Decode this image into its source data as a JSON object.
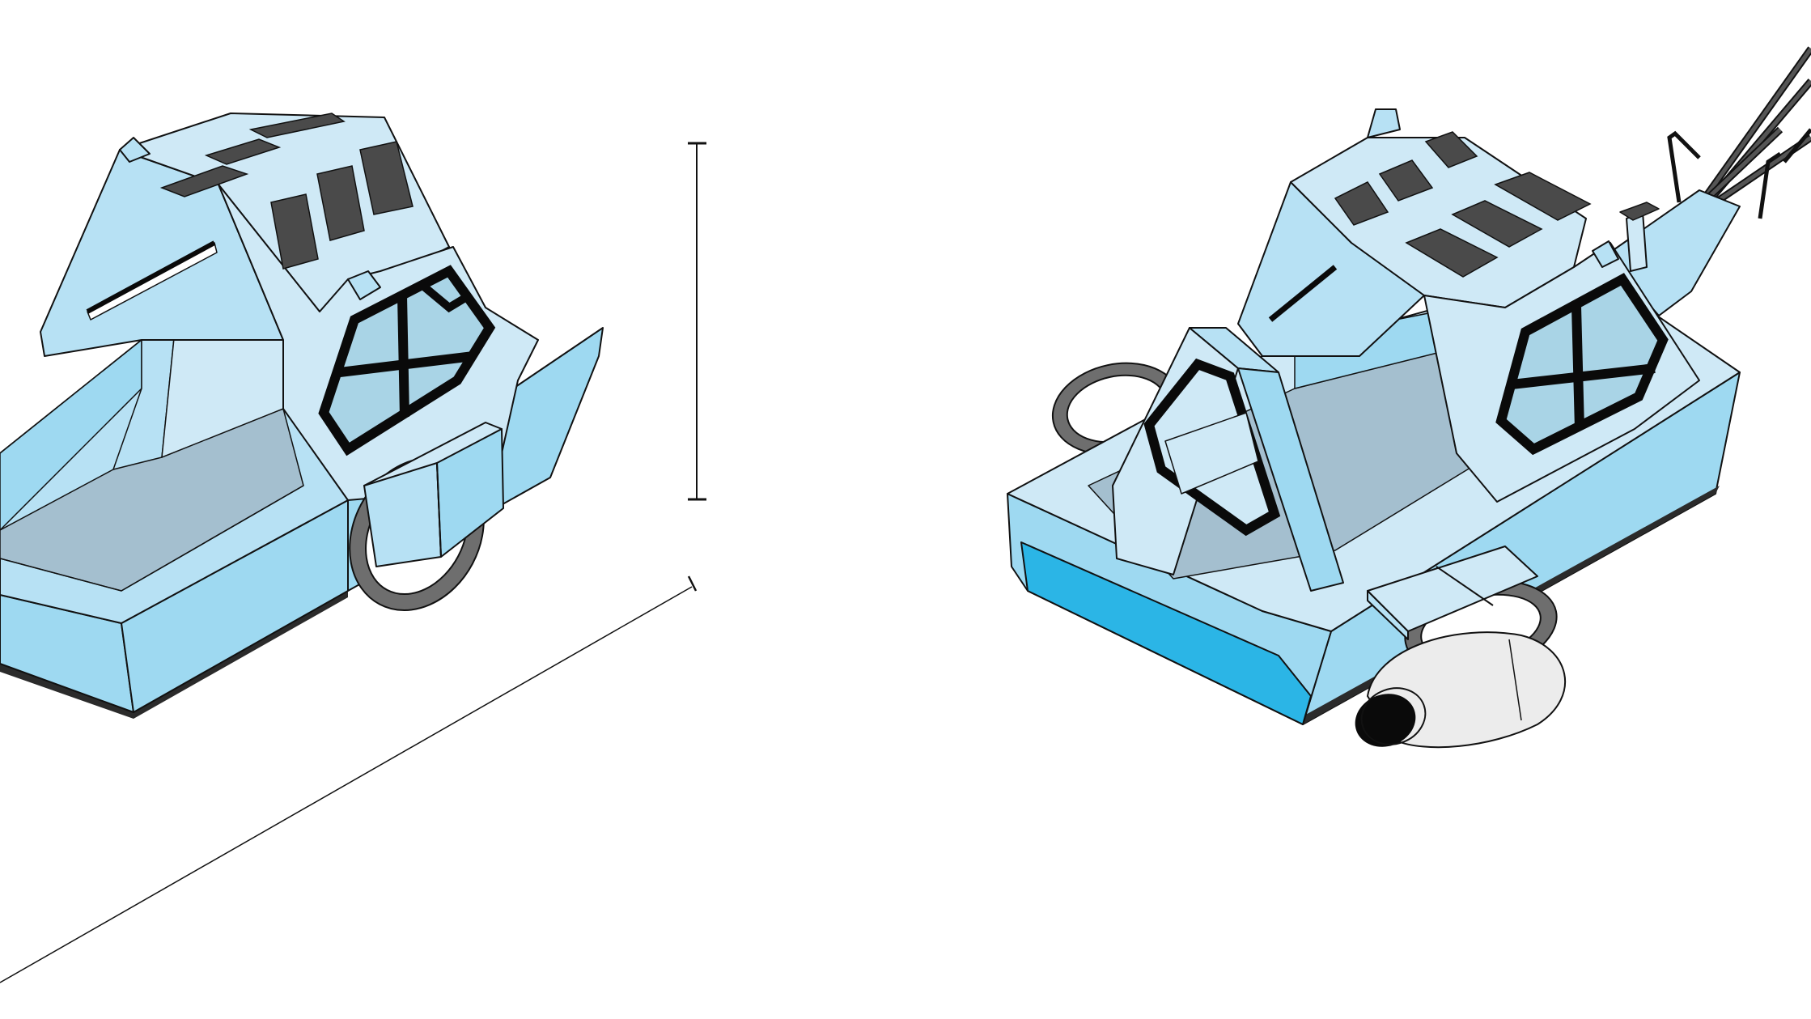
{
  "diagram": {
    "views": [
      {
        "name": "side-isometric-view"
      },
      {
        "name": "rear-isometric-view"
      }
    ],
    "dimension_lines": [
      {
        "name": "height-dimension"
      },
      {
        "name": "length-dimension"
      }
    ]
  },
  "colors": {
    "hull_light": "#cfe9f6",
    "hull_mid": "#b7e1f4",
    "hull_side": "#9ed9f1",
    "hull_bright": "#2bb5e6",
    "interior_floor": "#a4bfcf",
    "solar_panel": "#4a4a4a",
    "wheel": "#6e6e6e",
    "window_frame": "#0a0a0a",
    "outline": "#111111",
    "background": "#ffffff",
    "engine_body": "#ececec"
  },
  "icons": [
    "solar-panel-icon",
    "wheel-icon",
    "window-icon",
    "engine-icon",
    "antenna-icon"
  ]
}
